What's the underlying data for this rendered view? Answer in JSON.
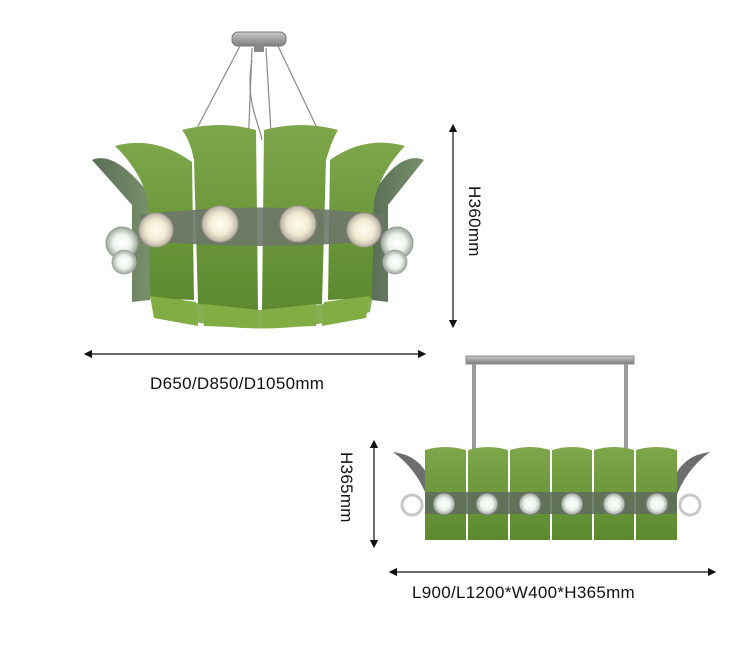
{
  "dimensions": {
    "round_height": "H360mm",
    "round_diameter": "D650/D850/D1050mm",
    "linear_height": "H365mm",
    "linear_size": "L900/L1200*W400*H365mm"
  },
  "colors": {
    "glass_green": "#6f9a3a",
    "glass_dark": "#4f7a2a",
    "metal": "#9a9a9a",
    "line": "#111111"
  }
}
